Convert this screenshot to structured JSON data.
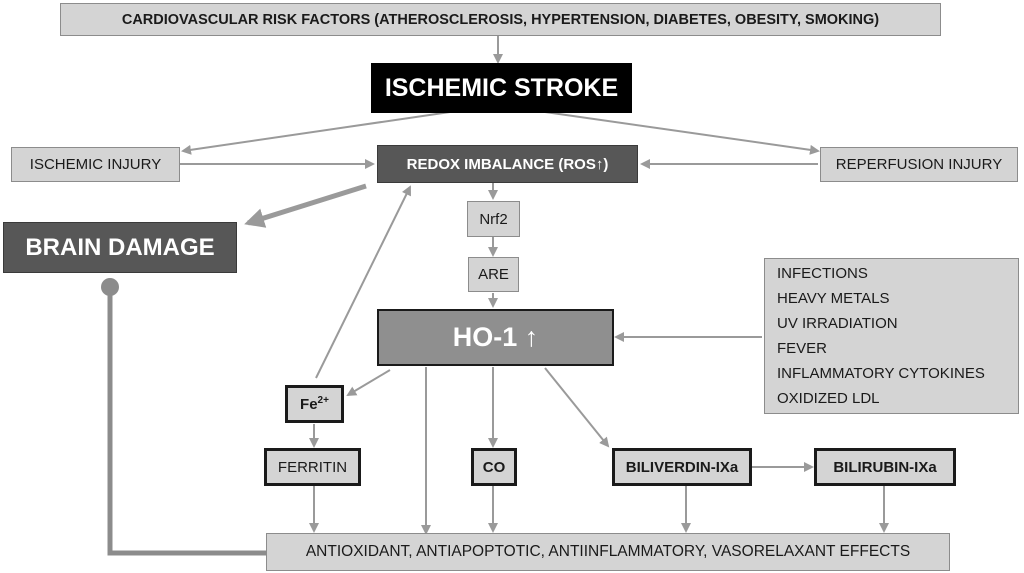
{
  "nodes": {
    "risk_factors": "CARDIOVASCULAR RISK FACTORS (ATHEROSCLEROSIS, HYPERTENSION, DIABETES, OBESITY, SMOKING)",
    "ischemic_stroke": "ISCHEMIC STROKE",
    "ischemic_injury": "ISCHEMIC INJURY",
    "redox_imbalance": "REDOX IMBALANCE (ROS↑)",
    "reperfusion_injury": "REPERFUSION INJURY",
    "brain_damage": "BRAIN DAMAGE",
    "nrf2": "Nrf2",
    "are": "ARE",
    "ho1": "HO-1 ↑",
    "fe2": "Fe",
    "fe2_sup": "2+",
    "ferritin": "FERRITIN",
    "co": "CO",
    "biliverdin": "BILIVERDIN-IXa",
    "bilirubin": "BILIRUBIN-IXa",
    "effects": "ANTIOXIDANT, ANTIAPOPTOTIC, ANTIINFLAMMATORY, VASORELAXANT EFFECTS"
  },
  "inducers": [
    "INFECTIONS",
    "HEAVY METALS",
    "UV IRRADIATION",
    "FEVER",
    "INFLAMMATORY CYTOKINES",
    "OXIDIZED LDL"
  ],
  "colors": {
    "arrow": "#9a9a9a",
    "light_box": "#d4d4d4",
    "dark_box": "#575757",
    "black_box": "#000000",
    "ho1_box": "#8f8f8f"
  }
}
